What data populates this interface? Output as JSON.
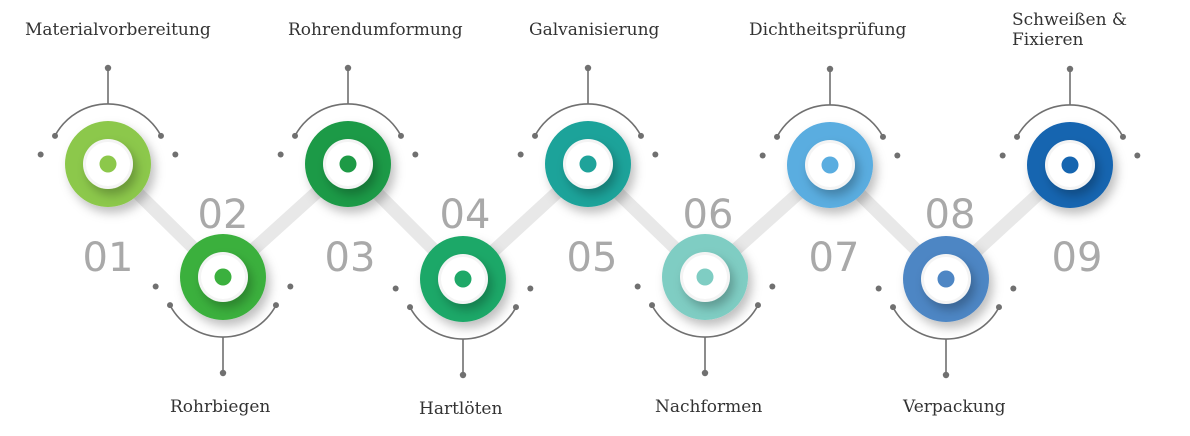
{
  "steps": [
    {
      "number": "01",
      "label": "Materialvorbereitung",
      "color": "#8cc84b"
    },
    {
      "number": "02",
      "label": "Rohrbiegen",
      "color": "#3bb03e"
    },
    {
      "number": "03",
      "label": "Rohrendumformung",
      "color": "#1e9a46"
    },
    {
      "number": "04",
      "label": "Hartlöten",
      "color": "#1fa868"
    },
    {
      "number": "05",
      "label": "Galvanisierung",
      "color": "#1fa39a"
    },
    {
      "number": "06",
      "label": "Nachformen",
      "color": "#7fcdc3"
    },
    {
      "number": "07",
      "label": "Dichtheitsprüfung",
      "color": "#5aade0"
    },
    {
      "number": "08",
      "label": "Verpackung",
      "color": "#4e86c4"
    },
    {
      "number": "09",
      "label": "Schweißen & Fixieren",
      "color": "#1565b0"
    }
  ],
  "colors": {
    "connector": "#e8e8e8",
    "ornament": "#707070",
    "number": "#a9a9a9",
    "text": "#333333"
  }
}
